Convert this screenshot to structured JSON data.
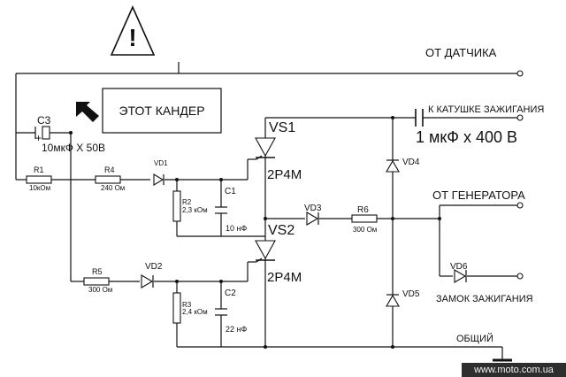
{
  "labels": {
    "warning": "!",
    "from_sensor": "ОТ ДАТЧИКА",
    "this_capacitor": "ЭТОТ КАНДЕР",
    "to_coil": "К КАТУШКЕ ЗАЖИГАНИЯ",
    "big_cap": "1 мкФ х 400 В",
    "from_generator": "ОТ ГЕНЕРАТОРА",
    "ignition_lock": "ЗАМОК ЗАЖИГАНИЯ",
    "common": "ОБЩИЙ",
    "c3_name": "C3",
    "c3_plus": "+",
    "c3_value": "10мкФ Х 50В",
    "r1_name": "R1",
    "r1_value": "10кОм",
    "r4_name": "R4",
    "r4_value": "240 Ом",
    "vd1_name": "VD1",
    "r2_name": "R2",
    "r2_value": "2,3 кОм",
    "c1_name": "C1",
    "c1_value": "10 нФ",
    "vs1_name": "VS1",
    "vs1_type": "2Р4М",
    "vs2_name": "VS2",
    "vs2_type": "2Р4М",
    "vd3_name": "VD3",
    "r6_name": "R6",
    "r6_value": "300 Ом",
    "vd4_name": "VD4",
    "vd5_name": "VD5",
    "vd6_name": "VD6",
    "r5_name": "R5",
    "r5_value": "300 Ом",
    "vd2_name": "VD2",
    "r3_name": "R3",
    "r3_value": "2,4 кОм",
    "c2_name": "C2",
    "c2_value": "22 нФ"
  },
  "watermark": "www.moto.com.ua"
}
